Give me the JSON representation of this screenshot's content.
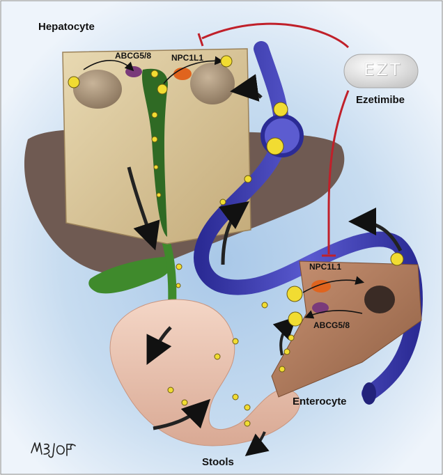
{
  "labels": {
    "hepatocyte": "Hepatocyte",
    "abcg58_top": "ABCG5/8",
    "npc1l1_top": "NPC1L1",
    "ezetimibe": "Ezetimibe",
    "pill_text": "EZT",
    "npc1l1_bottom": "NPC1L1",
    "abcg58_bottom": "ABCG5/8",
    "enterocyte": "Enterocyte",
    "stools": "Stools"
  },
  "signature": "MBJOFC",
  "colors": {
    "background_glow": "#bcd6ee",
    "hepatocyte_tan": "#dcc99c",
    "liver": "#6f5a52",
    "bile_green": "#3f8a2c",
    "blood_vessel": "#4444b8",
    "intestine_pink": "#ebc7b6",
    "enterocyte_brown": "#b07d5c",
    "inhibition_red": "#c0202a",
    "cholesterol_yellow": "#f1dc32",
    "abcg_purple": "#7a3a7a",
    "npc_orange": "#e0641e"
  }
}
